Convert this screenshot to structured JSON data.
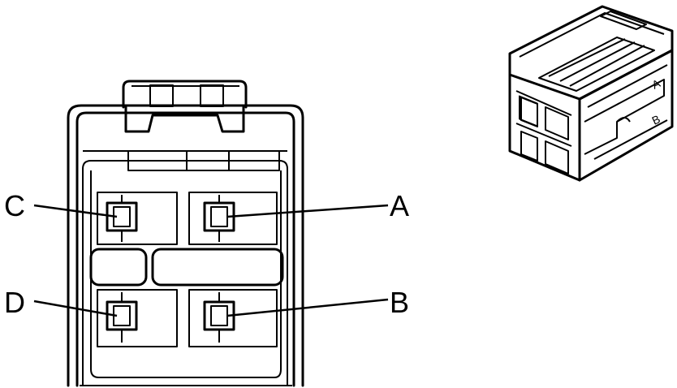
{
  "connector": {
    "pins": [
      {
        "id": "pin-a",
        "label": "A"
      },
      {
        "id": "pin-b",
        "label": "B"
      },
      {
        "id": "pin-c",
        "label": "C"
      },
      {
        "id": "pin-d",
        "label": "D"
      }
    ],
    "iso_view_markings": [
      "A",
      "B"
    ]
  }
}
